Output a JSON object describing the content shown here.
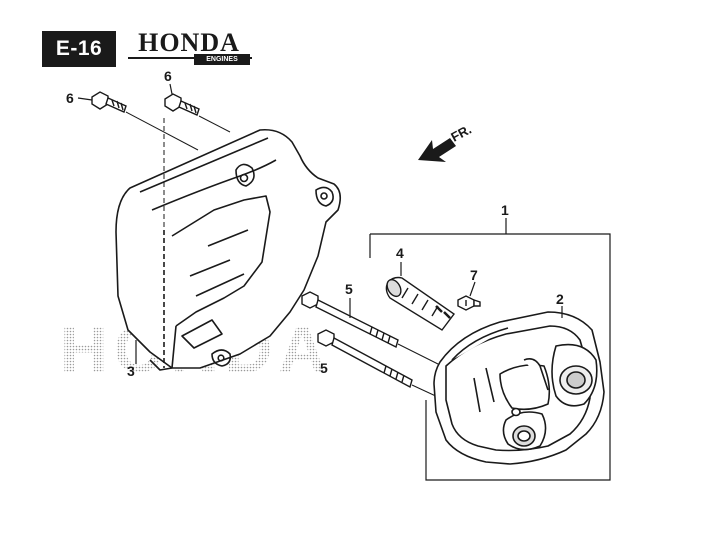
{
  "header": {
    "section_code": "E-16",
    "brand_name": "HONDA",
    "brand_tagline": "ENGINES"
  },
  "direction": {
    "label": "FR."
  },
  "watermark": {
    "text": "HONDA"
  },
  "callouts": [
    {
      "id": "c1",
      "label": "1"
    },
    {
      "id": "c2",
      "label": "2"
    },
    {
      "id": "c3",
      "label": "3"
    },
    {
      "id": "c4",
      "label": "4"
    },
    {
      "id": "c5a",
      "label": "5"
    },
    {
      "id": "c5b",
      "label": "5"
    },
    {
      "id": "c6a",
      "label": "6"
    },
    {
      "id": "c6b",
      "label": "6"
    },
    {
      "id": "c7",
      "label": "7"
    }
  ],
  "colors": {
    "ink": "#1a1a1a",
    "watermark": "#9a9a9a",
    "paper": "#ffffff"
  }
}
